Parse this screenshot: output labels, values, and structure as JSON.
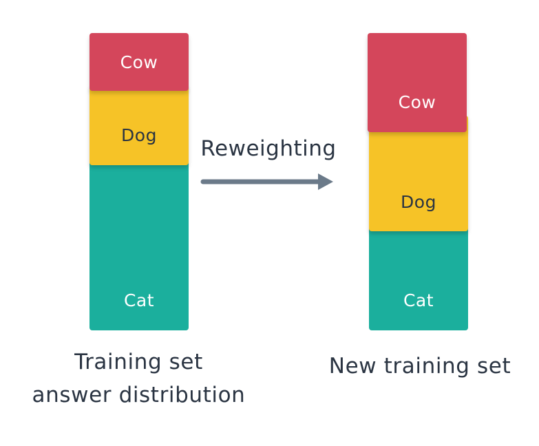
{
  "colors": {
    "cow": "#d4465b",
    "dog": "#f6c327",
    "cat": "#1baf9d",
    "arrow": "#6b7a89",
    "text": "#2a3442"
  },
  "left_bar": {
    "segments": [
      {
        "label": "Cow",
        "color_key": "cow"
      },
      {
        "label": "Dog",
        "color_key": "dog"
      },
      {
        "label": "Cat",
        "color_key": "cat"
      }
    ],
    "caption_line1": "Training set",
    "caption_line2": "answer distribution"
  },
  "arrow": {
    "label": "Reweighting",
    "icon": "right-arrow-icon"
  },
  "right_bar": {
    "segments": [
      {
        "label": "Cow",
        "color_key": "cow"
      },
      {
        "label": "Dog",
        "color_key": "dog"
      },
      {
        "label": "Cat",
        "color_key": "cat"
      }
    ],
    "caption": "New training set"
  }
}
